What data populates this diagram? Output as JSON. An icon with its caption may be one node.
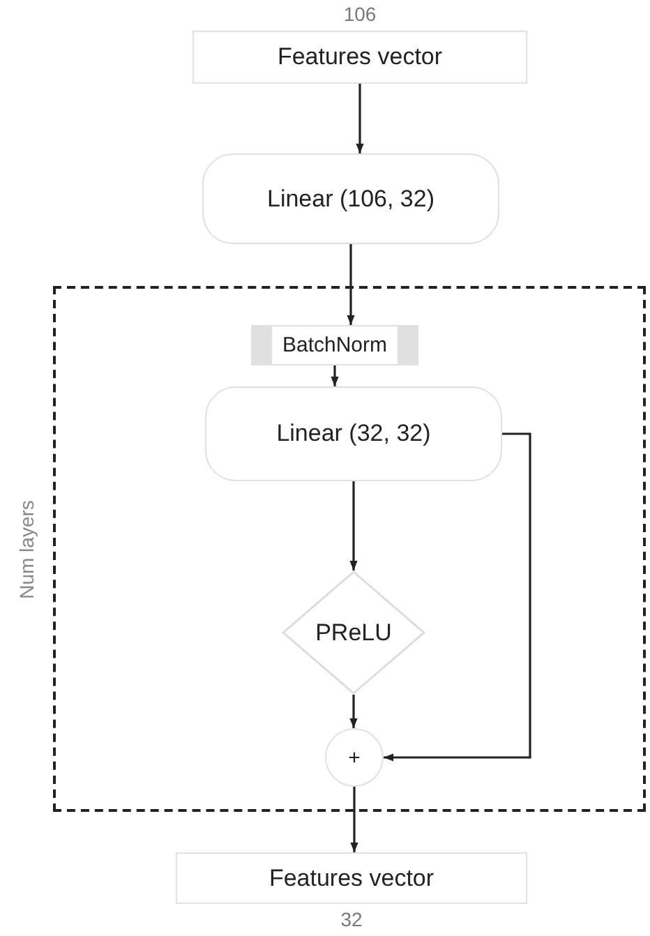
{
  "diagram": {
    "nodes": [
      {
        "text": [
          "Features vector"
        ],
        "beside": [
          "106"
        ]
      },
      {
        "text": [
          "Linear (106, 32)"
        ]
      },
      {
        "text": [
          "Num layers"
        ]
      },
      {
        "text": [
          "BatchNorm"
        ],
        "in": 2
      },
      {
        "text": [
          "Linear (32, 32)"
        ],
        "in": 2
      },
      {
        "text": [
          "PReLU"
        ],
        "in": 2
      },
      {
        "text": [
          "+"
        ],
        "in": 2
      },
      {
        "text": [
          "Features vector"
        ],
        "beside": [
          "32"
        ]
      }
    ],
    "edges": [
      {
        "from": 0,
        "to": 1,
        "arrow": "to"
      },
      {
        "from": 1,
        "to": 3,
        "arrow": "to"
      },
      {
        "from": 3,
        "to": 4,
        "arrow": "to"
      },
      {
        "from": 4,
        "to": 5,
        "arrow": "to"
      },
      {
        "from": 5,
        "to": 6,
        "arrow": "to"
      },
      {
        "from": 4,
        "to": 6,
        "arrow": "to"
      },
      {
        "from": 6,
        "to": 7,
        "arrow": "to"
      }
    ]
  }
}
